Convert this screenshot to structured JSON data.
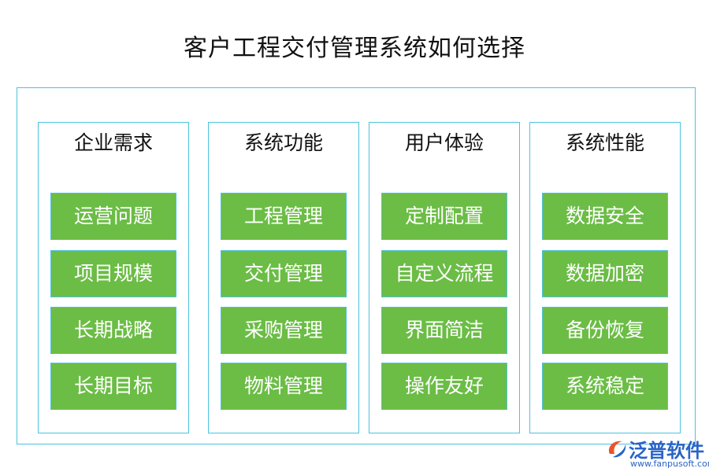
{
  "title": "客户工程交付管理系统如何选择",
  "columns": [
    {
      "heading": "企业需求",
      "items": [
        "运营问题",
        "项目规模",
        "长期战略",
        "长期目标"
      ]
    },
    {
      "heading": "系统功能",
      "items": [
        "工程管理",
        "交付管理",
        "采购管理",
        "物料管理"
      ]
    },
    {
      "heading": "用户体验",
      "items": [
        "定制配置",
        "自定义流程",
        "界面简洁",
        "操作友好"
      ]
    },
    {
      "heading": "系统性能",
      "items": [
        "数据安全",
        "数据加密",
        "备份恢复",
        "系统稳定"
      ]
    }
  ],
  "logo": {
    "name": "泛普软件",
    "url": "www.fanpusoft.com",
    "icon": "fanpu-logo-icon"
  },
  "colors": {
    "item_fill": "#6bbd45",
    "border": "#4cc3e0",
    "logo": "#2a63c8"
  }
}
